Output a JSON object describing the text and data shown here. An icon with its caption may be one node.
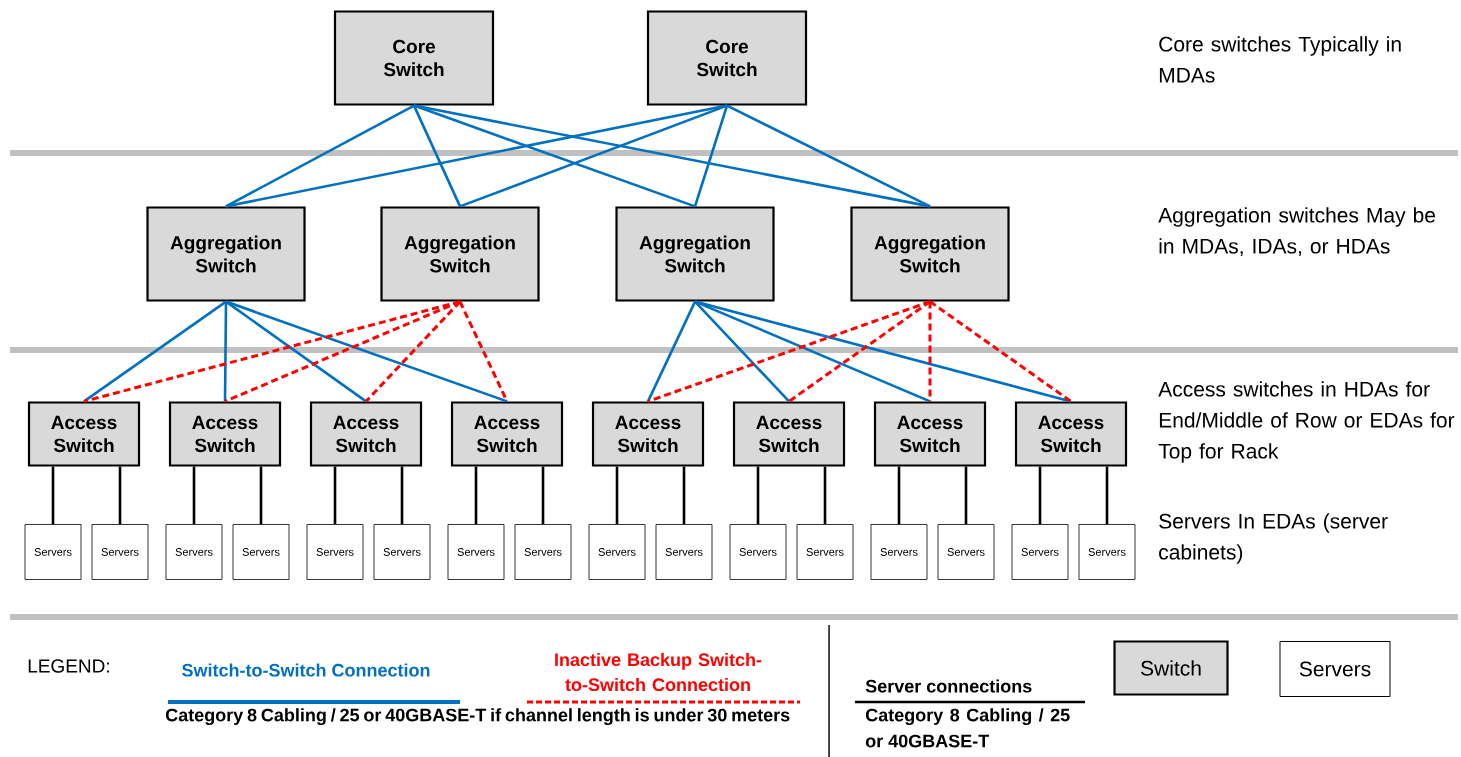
{
  "diagram": {
    "nodes": [
      {
        "text": [
          "Core Switch"
        ]
      },
      {
        "text": [
          "Core Switch"
        ]
      },
      {
        "text": [
          "Aggregation Switch"
        ]
      },
      {
        "text": [
          "Aggregation Switch"
        ]
      },
      {
        "text": [
          "Aggregation Switch"
        ]
      },
      {
        "text": [
          "Aggregation Switch"
        ]
      },
      {
        "text": [
          "Access Switch"
        ]
      },
      {
        "text": [
          "Access Switch"
        ]
      },
      {
        "text": [
          "Access Switch"
        ]
      },
      {
        "text": [
          "Access Switch"
        ]
      },
      {
        "text": [
          "Access Switch"
        ]
      },
      {
        "text": [
          "Access Switch"
        ]
      },
      {
        "text": [
          "Access Switch"
        ]
      },
      {
        "text": [
          "Access Switch"
        ]
      },
      {
        "text": [
          "Servers"
        ]
      },
      {
        "text": [
          "Servers"
        ]
      },
      {
        "text": [
          "Servers"
        ]
      },
      {
        "text": [
          "Servers"
        ]
      },
      {
        "text": [
          "Servers"
        ]
      },
      {
        "text": [
          "Servers"
        ]
      },
      {
        "text": [
          "Servers"
        ]
      },
      {
        "text": [
          "Servers"
        ]
      },
      {
        "text": [
          "Servers"
        ]
      },
      {
        "text": [
          "Servers"
        ]
      },
      {
        "text": [
          "Servers"
        ]
      },
      {
        "text": [
          "Servers"
        ]
      },
      {
        "text": [
          "Servers"
        ]
      },
      {
        "text": [
          "Servers"
        ]
      },
      {
        "text": [
          "Servers"
        ]
      },
      {
        "text": [
          "Servers"
        ]
      }
    ],
    "edges": [
      {
        "from": 0,
        "to": 2,
        "arrow": "none",
        "color": "#0070c0"
      },
      {
        "from": 0,
        "to": 3,
        "arrow": "none",
        "color": "#0070c0"
      },
      {
        "from": 0,
        "to": 4,
        "arrow": "none",
        "color": "#0070c0"
      },
      {
        "from": 0,
        "to": 5,
        "arrow": "none",
        "color": "#0070c0"
      },
      {
        "from": 1,
        "to": 2,
        "arrow": "none",
        "color": "#0070c0"
      },
      {
        "from": 1,
        "to": 3,
        "arrow": "none",
        "color": "#0070c0"
      },
      {
        "from": 1,
        "to": 4,
        "arrow": "none",
        "color": "#0070c0"
      },
      {
        "from": 1,
        "to": 5,
        "arrow": "none",
        "color": "#0070c0"
      },
      {
        "from": 2,
        "to": 6,
        "arrow": "none",
        "color": "#0070c0"
      },
      {
        "from": 2,
        "to": 7,
        "arrow": "none",
        "color": "#0070c0"
      },
      {
        "from": 2,
        "to": 8,
        "arrow": "none",
        "color": "#0070c0"
      },
      {
        "from": 2,
        "to": 9,
        "arrow": "none",
        "color": "#0070c0"
      },
      {
        "from": 3,
        "to": 6,
        "arrow": "none",
        "style": "dashed",
        "color": "#ff0000"
      },
      {
        "from": 3,
        "to": 7,
        "arrow": "none",
        "style": "dashed",
        "color": "#ff0000"
      },
      {
        "from": 3,
        "to": 8,
        "arrow": "none",
        "style": "dashed",
        "color": "#ff0000"
      },
      {
        "from": 3,
        "to": 9,
        "arrow": "none",
        "style": "dashed",
        "color": "#ff0000"
      },
      {
        "from": 4,
        "to": 10,
        "arrow": "none",
        "color": "#0070c0"
      },
      {
        "from": 4,
        "to": 11,
        "arrow": "none",
        "color": "#0070c0"
      },
      {
        "from": 4,
        "to": 12,
        "arrow": "none",
        "color": "#0070c0"
      },
      {
        "from": 4,
        "to": 13,
        "arrow": "none",
        "color": "#0070c0"
      },
      {
        "from": 5,
        "to": 10,
        "arrow": "none",
        "style": "dashed",
        "color": "#ff0000"
      },
      {
        "from": 5,
        "to": 11,
        "arrow": "none",
        "style": "dashed",
        "color": "#ff0000"
      },
      {
        "from": 5,
        "to": 12,
        "arrow": "none",
        "style": "dashed",
        "color": "#ff0000"
      },
      {
        "from": 5,
        "to": 13,
        "arrow": "none",
        "style": "dashed",
        "color": "#ff0000"
      },
      {
        "from": 6,
        "to": 14,
        "arrow": "none",
        "color": "#000000"
      },
      {
        "from": 6,
        "to": 15,
        "arrow": "none",
        "color": "#000000"
      },
      {
        "from": 7,
        "to": 16,
        "arrow": "none",
        "color": "#000000"
      },
      {
        "from": 7,
        "to": 17,
        "arrow": "none",
        "color": "#000000"
      },
      {
        "from": 8,
        "to": 18,
        "arrow": "none",
        "color": "#000000"
      },
      {
        "from": 8,
        "to": 19,
        "arrow": "none",
        "color": "#000000"
      },
      {
        "from": 9,
        "to": 20,
        "arrow": "none",
        "color": "#000000"
      },
      {
        "from": 9,
        "to": 21,
        "arrow": "none",
        "color": "#000000"
      },
      {
        "from": 10,
        "to": 22,
        "arrow": "none",
        "color": "#000000"
      },
      {
        "from": 10,
        "to": 23,
        "arrow": "none",
        "color": "#000000"
      },
      {
        "from": 11,
        "to": 24,
        "arrow": "none",
        "color": "#000000"
      },
      {
        "from": 11,
        "to": 25,
        "arrow": "none",
        "color": "#000000"
      },
      {
        "from": 12,
        "to": 26,
        "arrow": "none",
        "color": "#000000"
      },
      {
        "from": 12,
        "to": 27,
        "arrow": "none",
        "color": "#000000"
      },
      {
        "from": 13,
        "to": 28,
        "arrow": "none",
        "color": "#000000"
      },
      {
        "from": 13,
        "to": 29,
        "arrow": "none",
        "color": "#000000"
      }
    ],
    "labels": [
      "Core switches Typically in MDAs",
      "Aggregation switches May be in MDAs, IDAs, or HDAs",
      "Access switches in HDAs for End/Middle of Row or EDAs for Top for Rack",
      "Servers In EDAs (server cabinets)",
      "LEGEND:",
      "Category 8 Cabling / 25 or 40GBASE-T if channel length is under 30 meters",
      "Category 8 Cabling / 25 or 40GBASE-T"
    ],
    "legend": [
      {
        "text": "Switch-to-Switch Connection"
      },
      {
        "text": "Inactive Backup Switch-to-Switch Connection"
      },
      {
        "text": "Server connections"
      },
      {
        "text": "Switch"
      },
      {
        "text": "Servers"
      }
    ]
  }
}
